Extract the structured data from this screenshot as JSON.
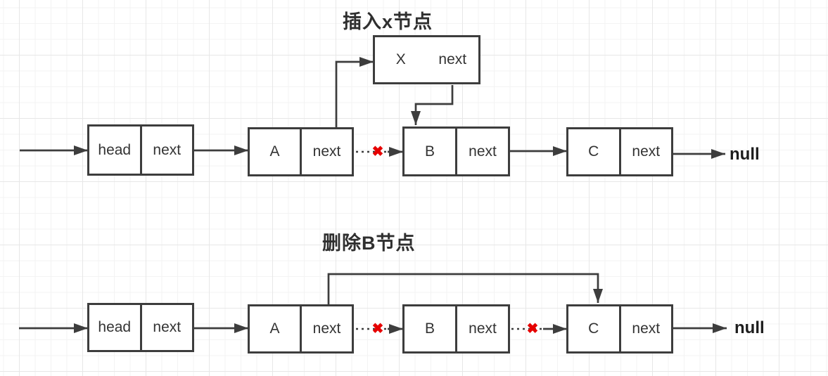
{
  "colors": {
    "line": "#3d3d3d",
    "break_x": "#e60000",
    "background": "#ffffff",
    "grid_minor": "#f3f3f3",
    "grid_major": "#e7e7e7"
  },
  "top": {
    "title": "插入x节点",
    "head": {
      "label": "head",
      "pointer": "next"
    },
    "a": {
      "label": "A",
      "pointer": "next"
    },
    "b": {
      "label": "B",
      "pointer": "next"
    },
    "c": {
      "label": "C",
      "pointer": "next"
    },
    "x": {
      "label": "X",
      "pointer": "next"
    },
    "null_label": "null",
    "break_mark": "✖"
  },
  "bottom": {
    "title": "删除B节点",
    "head": {
      "label": "head",
      "pointer": "next"
    },
    "a": {
      "label": "A",
      "pointer": "next"
    },
    "b": {
      "label": "B",
      "pointer": "next"
    },
    "c": {
      "label": "C",
      "pointer": "next"
    },
    "null_label": "null",
    "break_mark_ab": "✖",
    "break_mark_bc": "✖"
  }
}
